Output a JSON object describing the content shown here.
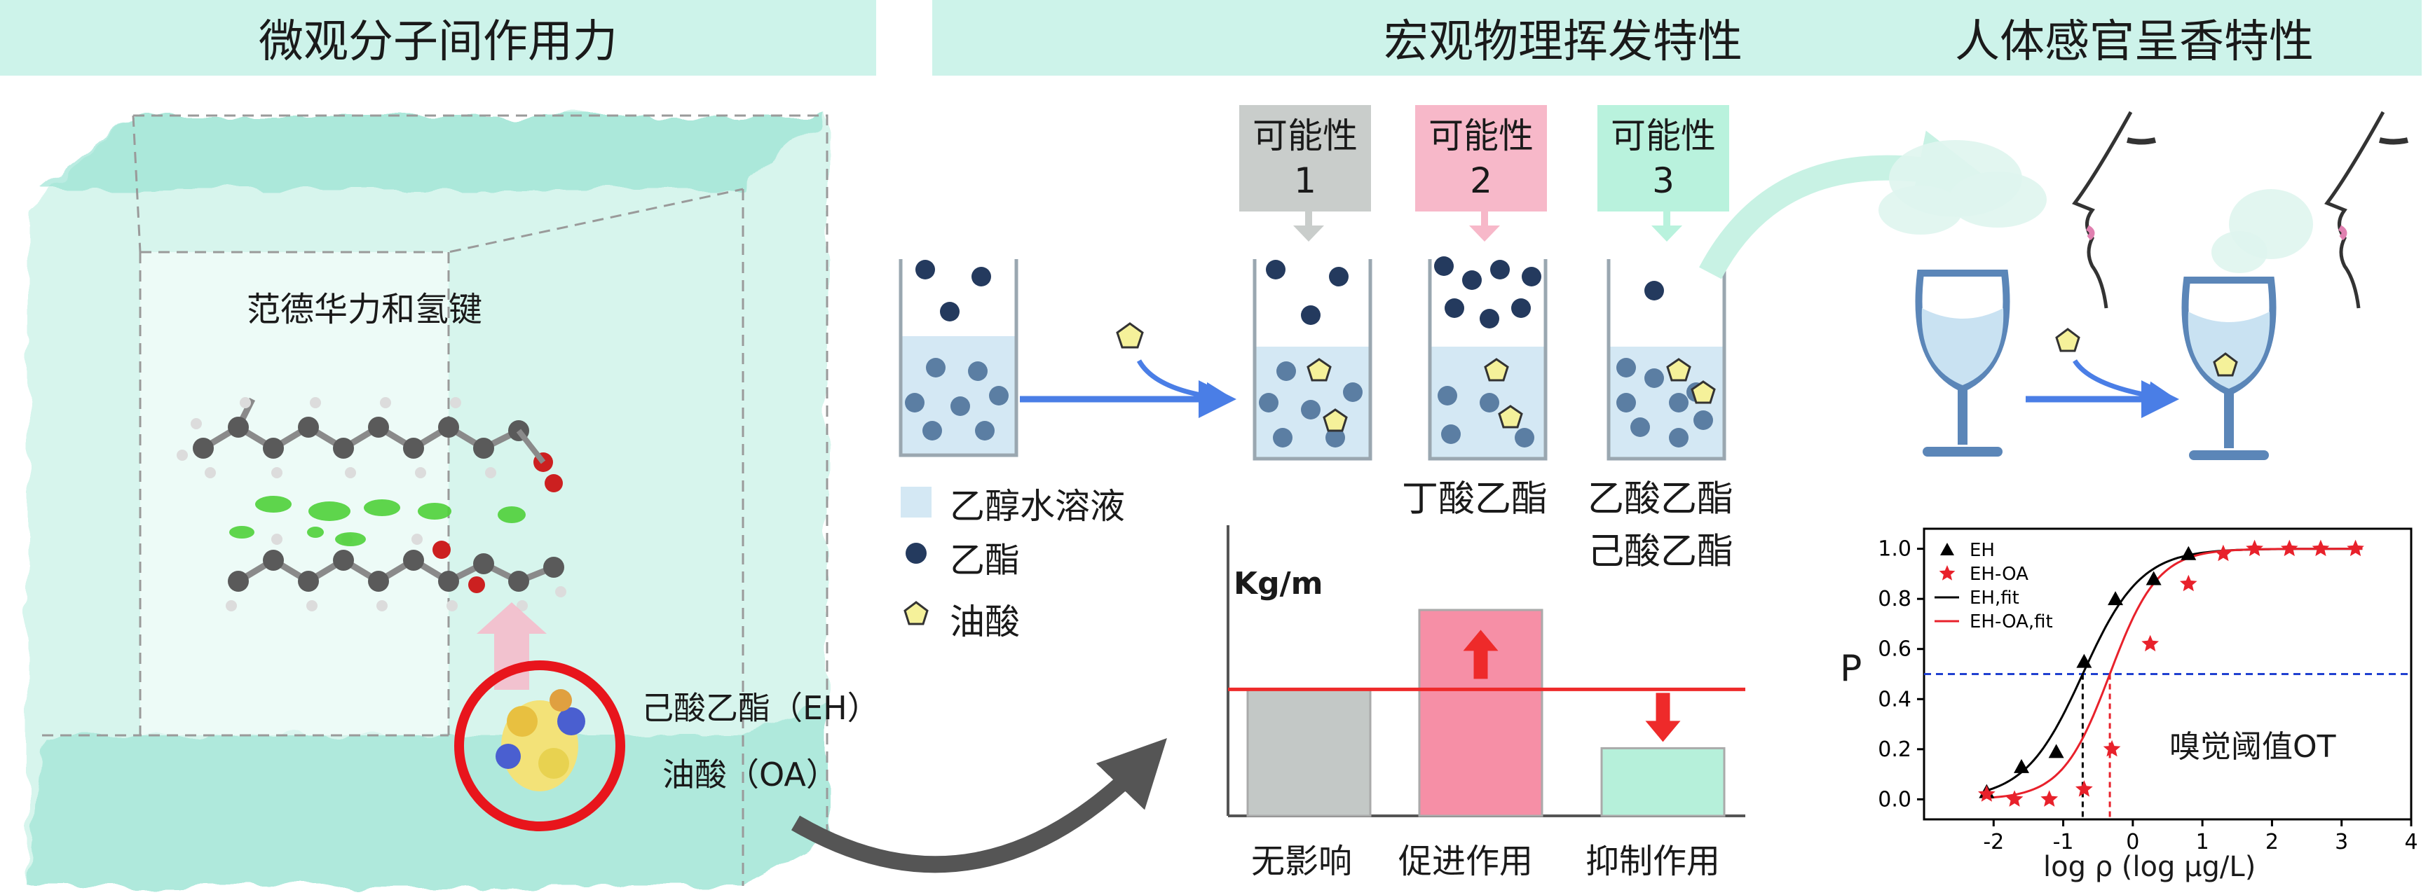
{
  "panels": {
    "left_title": "微观分子间作用力",
    "middle_title": "宏观物理挥发特性",
    "right_title": "人体感官呈香特性"
  },
  "left": {
    "interaction_label": "范德华力和氢键",
    "eh_label": "己酸乙酯（EH）",
    "oa_label": "油酸（OA）"
  },
  "possibilities": [
    {
      "title": "可能性",
      "number": "1",
      "color": "#c9cdcb"
    },
    {
      "title": "可能性",
      "number": "2",
      "color": "#f7b8c9"
    },
    {
      "title": "可能性",
      "number": "3",
      "color": "#b9f2dd"
    }
  ],
  "legend": {
    "solution": "乙醇水溶液",
    "ester": "乙酯",
    "oleic": "油酸"
  },
  "examples": {
    "beaker2": "丁酸乙酯",
    "beaker3_line1": "乙酸乙酯",
    "beaker3_line2": "己酸乙酯"
  },
  "effects": {
    "axis_label": "Kg/m",
    "bars": [
      {
        "label": "无影响",
        "level": 0.43,
        "color": "#c3c8c6"
      },
      {
        "label": "促进作用",
        "level": 0.7,
        "color": "#f68fa6"
      },
      {
        "label": "抑制作用",
        "level": 0.23,
        "color": "#b6f0da"
      }
    ],
    "reference_level": 0.43
  },
  "threshold_label": "嗅觉阈值OT",
  "colors": {
    "ester_dot": "#243a5e",
    "solution_dot": "#5b7ea3",
    "solution_fill": "#d4e8f4",
    "pentagon": "#f5f19a",
    "arrow_blue": "#4a7ee6",
    "arrow_gray": "#555555",
    "arrow_mint": "#c8f2e4",
    "glass": "#5b86b8",
    "liquid": "#c9e2f2",
    "red": "#ee2a2a"
  },
  "chart_data": {
    "type": "scatter",
    "ylabel": "P",
    "xlabel": "log ρ (log μg/L)",
    "xlim": [
      -3,
      4
    ],
    "ylim": [
      -0.08,
      1.08
    ],
    "xticks": [
      -2,
      -1,
      0,
      1,
      2,
      3,
      4
    ],
    "yticks": [
      0.0,
      0.2,
      0.4,
      0.6,
      0.8,
      1.0
    ],
    "threshold_p": 0.5,
    "legend_position": "top-left",
    "series": [
      {
        "name": "EH",
        "marker": "triangle",
        "color": "#000000",
        "x": [
          -2.1,
          -1.6,
          -1.1,
          -0.7,
          -0.25,
          0.3,
          0.8
        ],
        "y": [
          0.03,
          0.13,
          0.19,
          0.55,
          0.8,
          0.88,
          0.98
        ]
      },
      {
        "name": "EH-OA",
        "marker": "star",
        "color": "#e8212b",
        "x": [
          -2.1,
          -1.7,
          -1.2,
          -0.7,
          -0.3,
          0.25,
          0.8,
          1.3,
          1.75,
          2.25,
          2.7,
          3.2
        ],
        "y": [
          0.02,
          0.0,
          0.0,
          0.04,
          0.2,
          0.62,
          0.86,
          0.98,
          1.0,
          1.0,
          1.0,
          1.0
        ]
      },
      {
        "name": "EH,fit",
        "kind": "fit",
        "color": "#000000",
        "x50": -0.72,
        "slope": 2.4
      },
      {
        "name": "EH-OA,fit",
        "kind": "fit",
        "color": "#e8212b",
        "x50": -0.33,
        "slope": 2.9
      }
    ]
  }
}
